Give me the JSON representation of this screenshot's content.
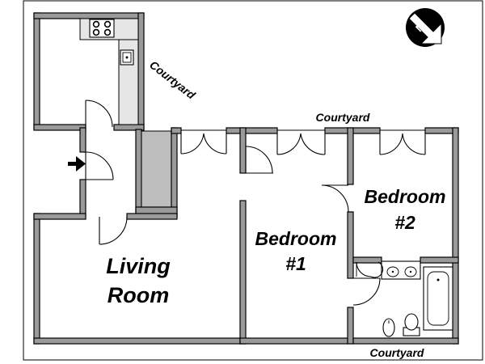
{
  "rooms": {
    "living_line1": "Living",
    "living_line2": "Room",
    "bedroom1_line1": "Bedroom",
    "bedroom1_line2": "#1",
    "bedroom2_line1": "Bedroom",
    "bedroom2_line2": "#2"
  },
  "labels": {
    "courtyard_diagonal": "Courtyard",
    "courtyard_top": "Courtyard",
    "courtyard_bottom": "Courtyard"
  },
  "compass": {
    "letter": "N",
    "icon": "north-arrow-icon"
  },
  "entrance": {
    "icon": "entrance-arrow-icon"
  },
  "colors": {
    "wall": "#9a9a9a",
    "outline": "#000000",
    "closet_fill": "#bdbdbd",
    "background": "#ffffff"
  }
}
